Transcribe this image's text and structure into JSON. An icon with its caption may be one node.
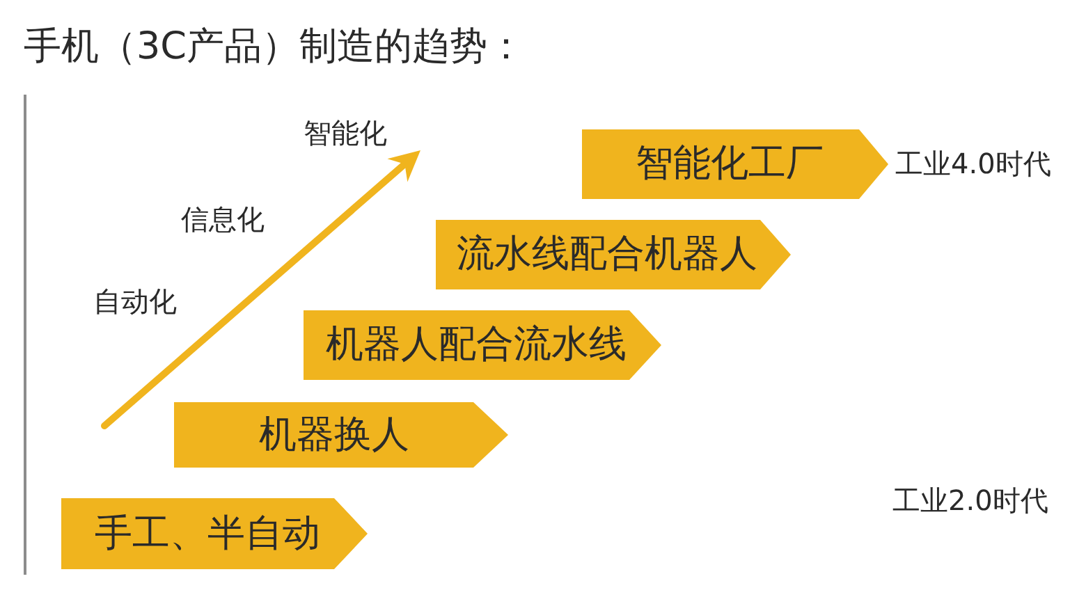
{
  "diagram": {
    "title": "手机（3C产品）制造的趋势：",
    "nodes": [
      {
        "text": [
          "智能化工厂"
        ],
        "beside": [
          "工业4.0时代"
        ]
      },
      {
        "text": [
          "流水线配合机器人"
        ]
      },
      {
        "text": [
          "机器人配合流水线"
        ]
      },
      {
        "text": [
          "机器换人"
        ]
      },
      {
        "text": [
          "手工、半自动"
        ]
      }
    ],
    "labels": [
      "智能化",
      "信息化",
      "自动化",
      "工业2.0时代"
    ]
  }
}
